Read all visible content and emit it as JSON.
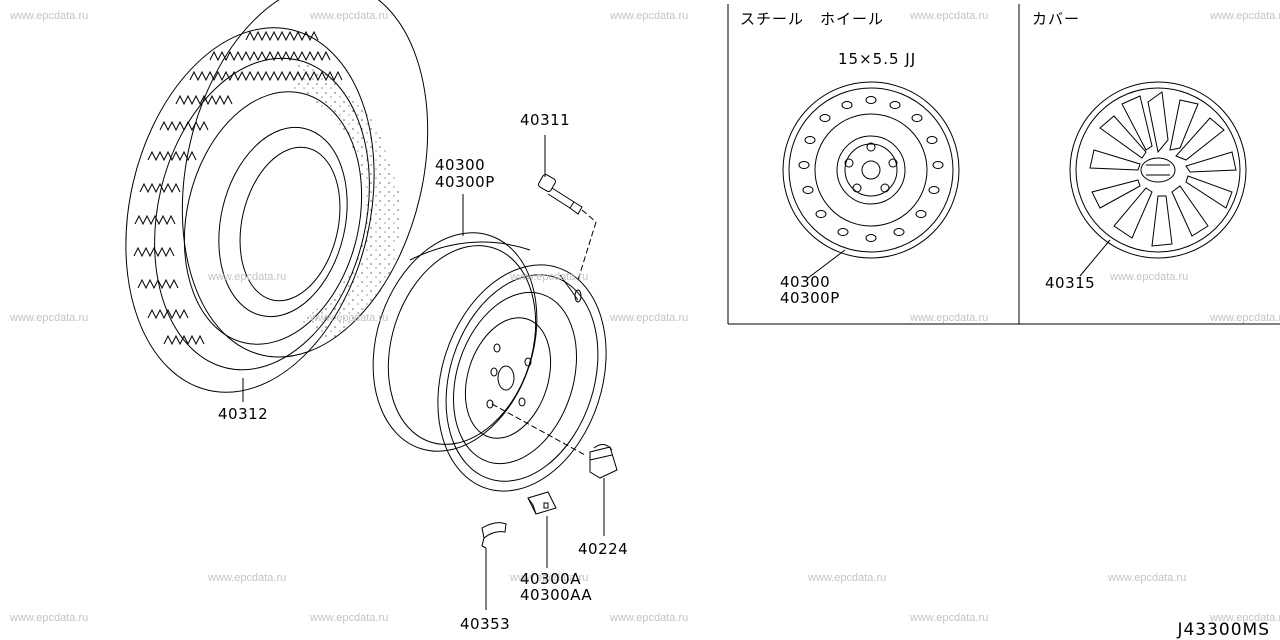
{
  "watermark": "www.epcdata.ru",
  "panels": {
    "steel": {
      "title": "スチール　ホイール",
      "size": "15×5.5 JJ"
    },
    "cover": {
      "title": "カバー"
    }
  },
  "parts": {
    "tire": "40312",
    "valve": "40311",
    "wheel_a": "40300",
    "wheel_b": "40300P",
    "nut": "40224",
    "weight_a": "40300A",
    "weight_b": "40300AA",
    "weight_c": "40353",
    "steel_a": "40300",
    "steel_b": "40300P",
    "cover": "40315"
  },
  "diagram_code": "J43300MS"
}
